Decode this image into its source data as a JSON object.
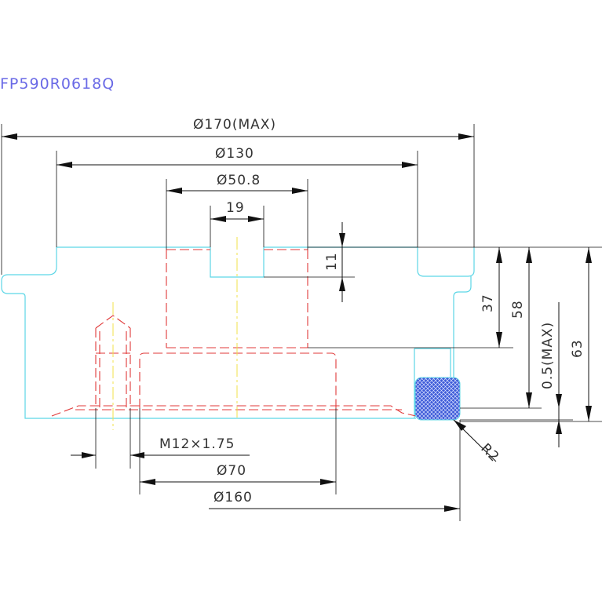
{
  "title": "FP590R0618Q",
  "dimensions": {
    "dia_170": "Ø170(MAX)",
    "dia_130": "Ø130",
    "dia_50_8": "Ø50.8",
    "width_19": "19",
    "height_11": "11",
    "height_37": "37",
    "height_58": "58",
    "clearance_0_5": "0.5(MAX)",
    "height_63": "63",
    "thread_m12": "M12×1.75",
    "dia_70": "Ø70",
    "dia_160": "Ø160",
    "radius_r2": "R2"
  },
  "colors": {
    "profile": "#5cd6e6",
    "hidden_lines": "#e03a3a",
    "center_lines": "#f2e04a",
    "dimension_lines": "#111111",
    "seal_fill": "#3d5ad8",
    "title": "#6a6ae6"
  }
}
